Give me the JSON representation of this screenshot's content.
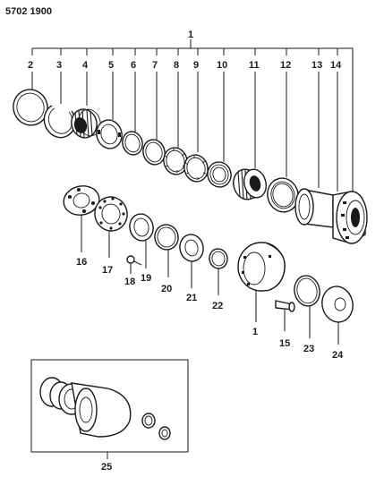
{
  "header": {
    "code": "5702  1900"
  },
  "callouts": {
    "c1_top": "1",
    "c2": "2",
    "c3": "3",
    "c4": "4",
    "c5": "5",
    "c6": "6",
    "c7": "7",
    "c8": "8",
    "c9": "9",
    "c10": "10",
    "c11": "11",
    "c12": "12",
    "c13": "13",
    "c14": "14",
    "c15": "15",
    "c16": "16",
    "c17": "17",
    "c18": "18",
    "c19": "19",
    "c20": "20",
    "c21": "21",
    "c22": "22",
    "c1_lower": "1",
    "c23": "23",
    "c24": "24",
    "c25": "25"
  },
  "colors": {
    "ink": "#1a1a1a",
    "paper": "#ffffff"
  }
}
